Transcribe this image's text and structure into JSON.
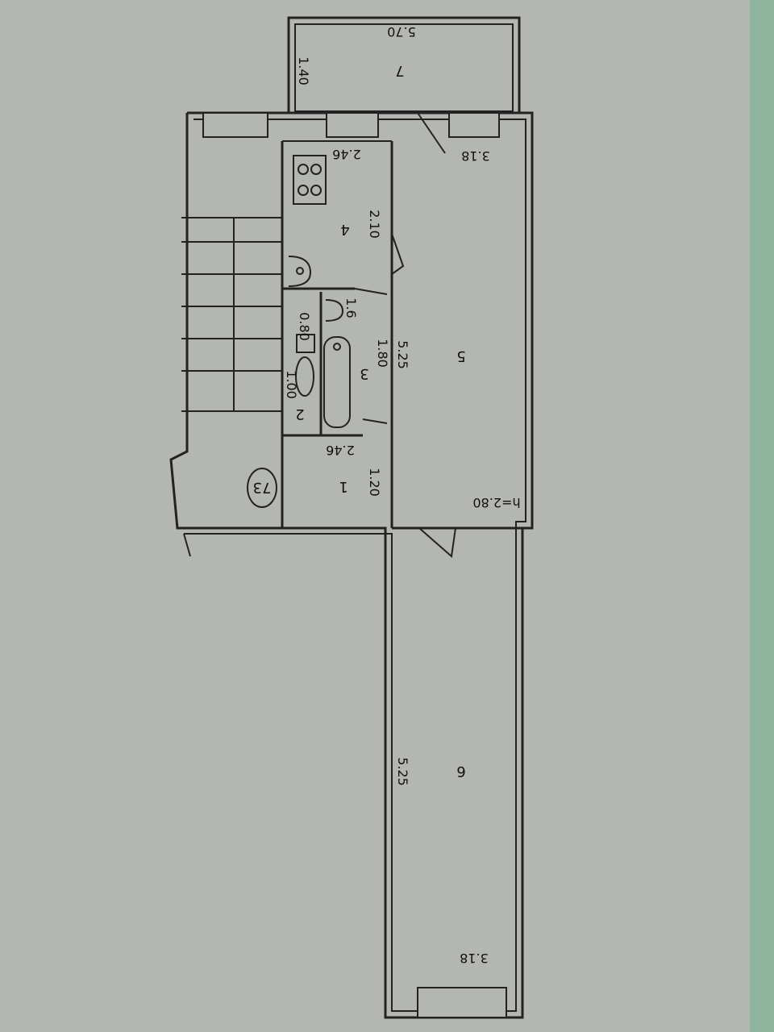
{
  "title": "",
  "rooms": [
    {
      "id": "1",
      "label": "1"
    },
    {
      "id": "2",
      "label": "2"
    },
    {
      "id": "3",
      "label": "3"
    },
    {
      "id": "4",
      "label": "4"
    },
    {
      "id": "5",
      "label": "5"
    },
    {
      "id": "6",
      "label": "6"
    },
    {
      "id": "7",
      "label": "7"
    }
  ],
  "dimensions": {
    "balcony_length": "5.70",
    "balcony_width": "1.40",
    "kitchen_width": "2.46",
    "kitchen_length": "2.10",
    "bath_length": "1.80",
    "bath_width_small": "1.6",
    "toilet_width": "0.80",
    "toilet_length": "1.00",
    "hall_width": "2.46",
    "hall_length": "1.20",
    "room5_length": "5.25",
    "room5_width": "3.18",
    "room6_length": "5.25",
    "room6_width": "3.18",
    "ceiling_height": "h=2.80"
  },
  "apartment_number": "73",
  "icons": [
    "stove-icon",
    "sink-icon",
    "washbasin-icon",
    "bathtub-icon",
    "toilet-icon"
  ]
}
